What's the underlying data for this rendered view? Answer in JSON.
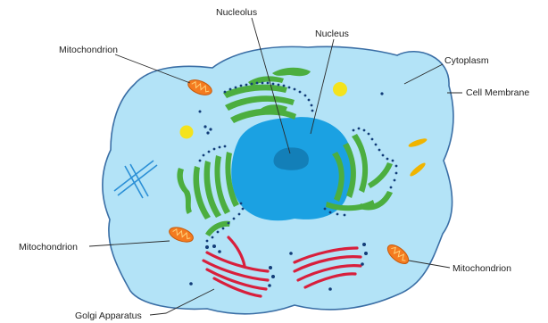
{
  "labels": {
    "nucleolus": "Nucleolus",
    "nucleus": "Nucleus",
    "cytoplasm": "Cytoplasm",
    "cell_membrane": "Cell Membrane",
    "mitochondrion_top": "Mitochondrion",
    "mitochondrion_left": "Mitochondrion",
    "mitochondrion_right": "Mitochondrion",
    "golgi_apparatus": "Golgi Apparatus"
  },
  "colors": {
    "cytoplasm": "#b3e3f7",
    "membrane": "#3a6ea5",
    "nucleus": "#1ba1e2",
    "nucleolus": "#137fb8",
    "endoplasmic_reticulum": "#4cae3f",
    "ribosome": "#123c78",
    "mitochondrion": "#f47b20",
    "golgi": "#d81f3c",
    "vesicle_yellow": "#f4e31d",
    "vesicle_gold": "#f0b400",
    "centriole": "#2b8fd6"
  }
}
